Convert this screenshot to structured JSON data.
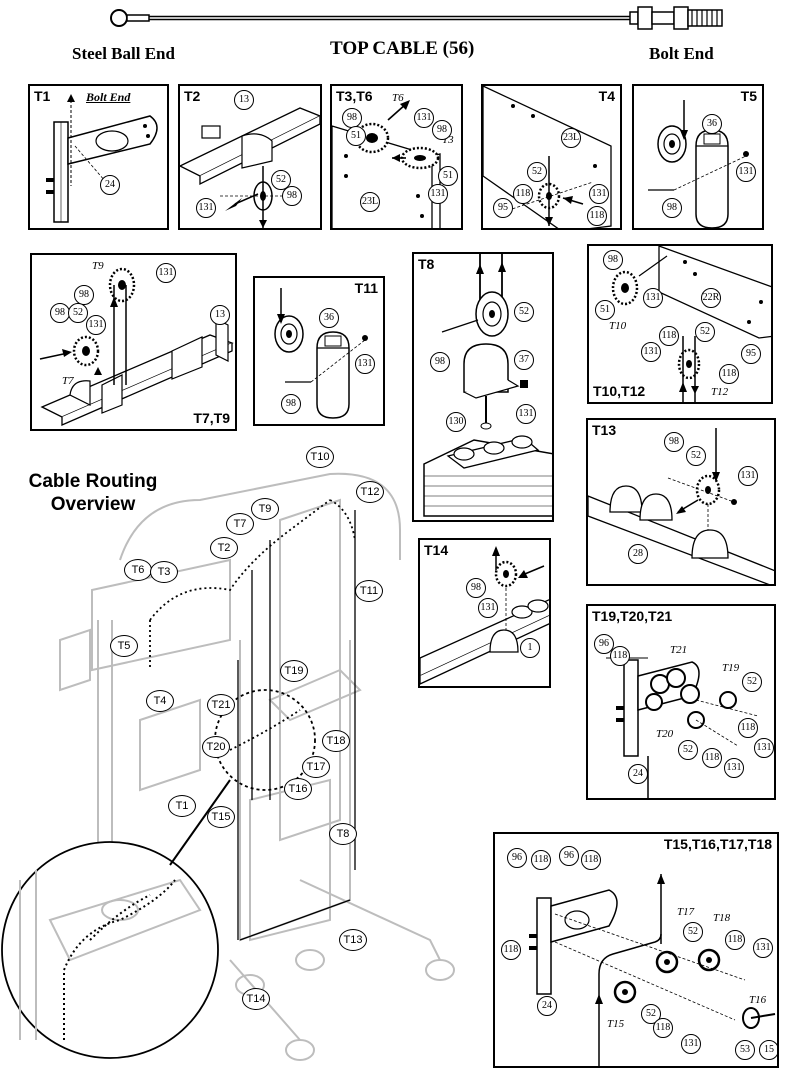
{
  "header": {
    "steel_ball_end": "Steel Ball End",
    "title": "TOP CABLE (56)",
    "bolt_end": "Bolt End"
  },
  "overview": {
    "title_line1": "Cable Routing",
    "title_line2": "Overview",
    "labels": [
      "T10",
      "T12",
      "T9",
      "T7",
      "T2",
      "T6",
      "T3",
      "T11",
      "T5",
      "T4",
      "T19",
      "T21",
      "T20",
      "T18",
      "T17",
      "T16",
      "T1",
      "T15",
      "T8",
      "T13",
      "T14"
    ]
  },
  "panels": {
    "t1": {
      "label": "T1",
      "bolt_end": "Bolt End",
      "callouts": [
        "24"
      ]
    },
    "t2": {
      "label": "T2",
      "callouts": [
        "13",
        "52",
        "98",
        "131"
      ]
    },
    "t3t6": {
      "label": "T3,T6",
      "italic": [
        "T6",
        "T3"
      ],
      "callouts": [
        "98",
        "131",
        "98",
        "51",
        "51",
        "23L",
        "131"
      ]
    },
    "t4": {
      "label": "T4",
      "callouts": [
        "23L",
        "52",
        "131",
        "118",
        "118",
        "95"
      ]
    },
    "t5": {
      "label": "T5",
      "callouts": [
        "36",
        "131",
        "98"
      ]
    },
    "t7t9": {
      "label": "T7,T9",
      "italic": [
        "T9",
        "T7"
      ],
      "callouts": [
        "131",
        "98",
        "13",
        "98",
        "52",
        "131"
      ]
    },
    "t11": {
      "label": "T11",
      "callouts": [
        "36",
        "131",
        "98"
      ]
    },
    "t8": {
      "label": "T8",
      "callouts": [
        "52",
        "98",
        "37",
        "130",
        "131"
      ]
    },
    "t10t12": {
      "label": "T10,T12",
      "italic": [
        "T10",
        "T12"
      ],
      "callouts": [
        "98",
        "131",
        "22R",
        "51",
        "118",
        "52",
        "131",
        "95",
        "118"
      ]
    },
    "t13": {
      "label": "T13",
      "callouts": [
        "98",
        "52",
        "131",
        "28"
      ]
    },
    "t14": {
      "label": "T14",
      "callouts": [
        "98",
        "131",
        "1"
      ]
    },
    "t19t21": {
      "label": "T19,T20,T21",
      "italic": [
        "T21",
        "T19",
        "T20"
      ],
      "callouts": [
        "96",
        "118",
        "52",
        "118",
        "52",
        "118",
        "131",
        "131",
        "24"
      ]
    },
    "t15t18": {
      "label": "T15,T16,T17,T18",
      "italic": [
        "T17",
        "T18",
        "T15",
        "T16"
      ],
      "callouts": [
        "96",
        "118",
        "96",
        "118",
        "118",
        "52",
        "118",
        "131",
        "52",
        "118",
        "131",
        "24",
        "53",
        "15"
      ]
    }
  }
}
